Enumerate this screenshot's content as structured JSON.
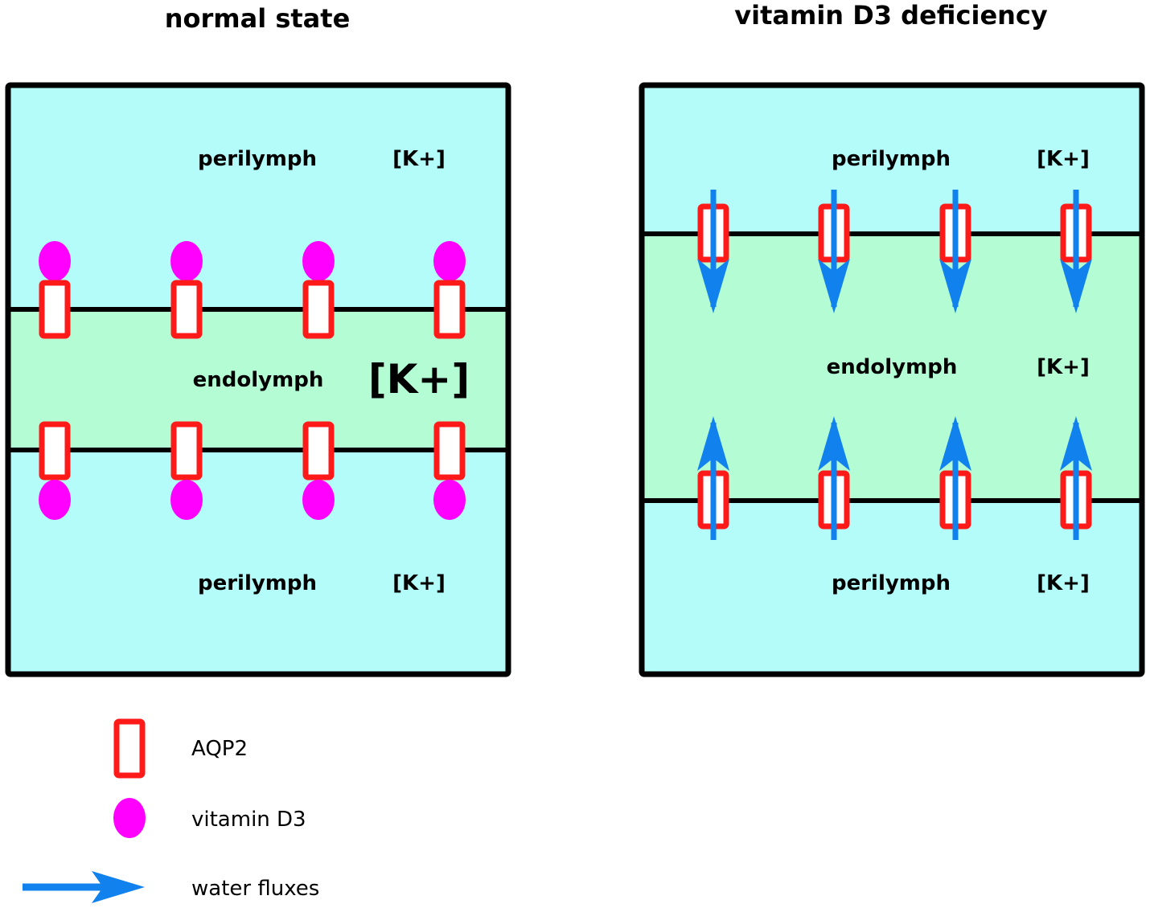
{
  "panels": {
    "normal": {
      "title": "normal state",
      "perilymph_top": "perilymph",
      "perilymph_bottom": "perilymph",
      "endolymph": "endolymph",
      "k_top": "[K+]",
      "k_mid": "[K+]",
      "k_bottom": "[K+]"
    },
    "deficiency": {
      "title": "vitamin D3 deficiency",
      "perilymph_top": "perilymph",
      "perilymph_bottom": "perilymph",
      "endolymph": "endolymph",
      "k_top": "[K+]",
      "k_mid": "[K+]",
      "k_bottom": "[K+]"
    }
  },
  "legend": {
    "aqp2": "AQP2",
    "vitamin_d3": "vitamin D3",
    "water_fluxes": "water fluxes"
  },
  "colors": {
    "perilymph": "#b3fcfa",
    "endolymph": "#b4fcd4",
    "aqp2": "#ff1a1a",
    "vitamin_d3": "#ff00ff",
    "water": "#1181ee",
    "membrane": "#000000"
  }
}
